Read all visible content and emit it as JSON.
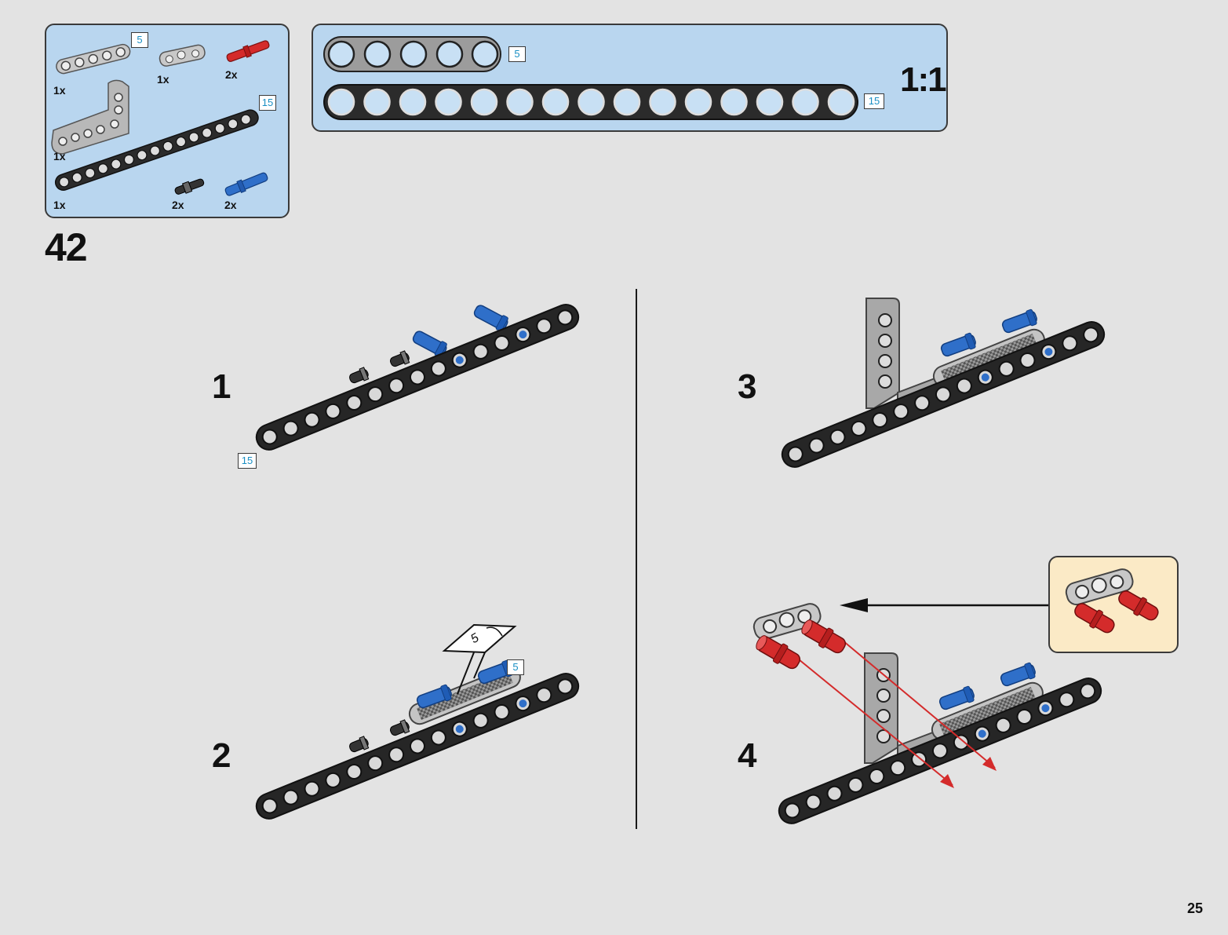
{
  "parts_list": {
    "items": [
      {
        "qty": "1x",
        "name": "beam-5-light-gray",
        "length": "5"
      },
      {
        "qty": "1x",
        "name": "connector-light-gray"
      },
      {
        "qty": "2x",
        "name": "pin-red"
      },
      {
        "qty": "1x",
        "name": "angle-beam-light-gray"
      },
      {
        "qty": "1x",
        "name": "beam-15-black",
        "length": "15"
      },
      {
        "qty": "2x",
        "name": "pin-black"
      },
      {
        "qty": "2x",
        "name": "axle-pin-blue"
      }
    ]
  },
  "scale_panel": {
    "scale_label": "1:1",
    "beam_short_length": "5",
    "beam_long_length": "15"
  },
  "step_number": "42",
  "substeps": [
    {
      "label": "1",
      "length_badge": "15"
    },
    {
      "label": "2",
      "length_badge": "5",
      "sticker_label": "5"
    },
    {
      "label": "3"
    },
    {
      "label": "4"
    }
  ],
  "page_number": "25",
  "colors": {
    "panel_blue": "#b9d6ef",
    "callout_cream": "#fbeac6",
    "beam_black": "#2b2b2b",
    "pin_red": "#d42b2b",
    "pin_blue": "#2f6fc9",
    "light_gray": "#bfbfbf",
    "length_blue": "#1a8fc4"
  }
}
